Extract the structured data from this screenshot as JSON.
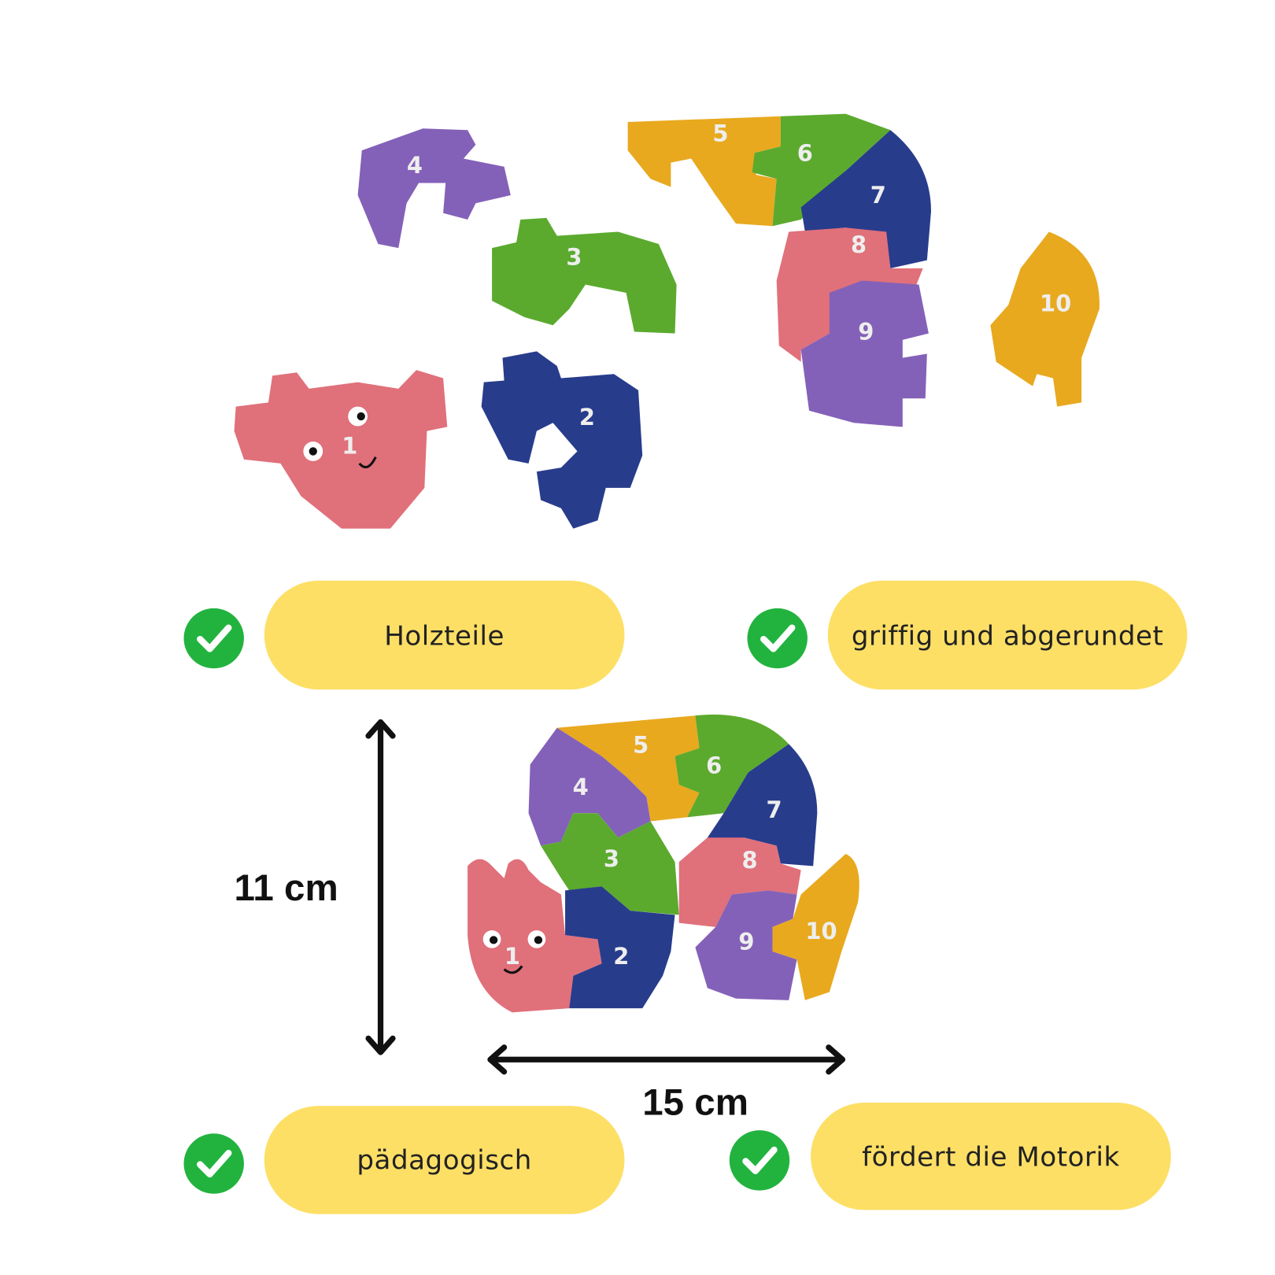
{
  "features": [
    {
      "label": "Holzteile",
      "icon": "check-icon"
    },
    {
      "label": "griffig und abgerundet",
      "icon": "check-icon"
    },
    {
      "label": "pädagogisch",
      "icon": "check-icon"
    },
    {
      "label": "fördert die Motorik",
      "icon": "check-icon"
    }
  ],
  "dimensions": {
    "height": "11 cm",
    "width": "15 cm"
  },
  "pieces": [
    "1",
    "2",
    "3",
    "4",
    "5",
    "6",
    "7",
    "8",
    "9",
    "10"
  ],
  "colors": {
    "pill": "#FDDF66",
    "check": "#22B33F",
    "pink": "#E0707A",
    "blue": "#283C8C",
    "green": "#5BAA2E",
    "purple": "#8461B8",
    "yellow": "#E8A91F"
  }
}
